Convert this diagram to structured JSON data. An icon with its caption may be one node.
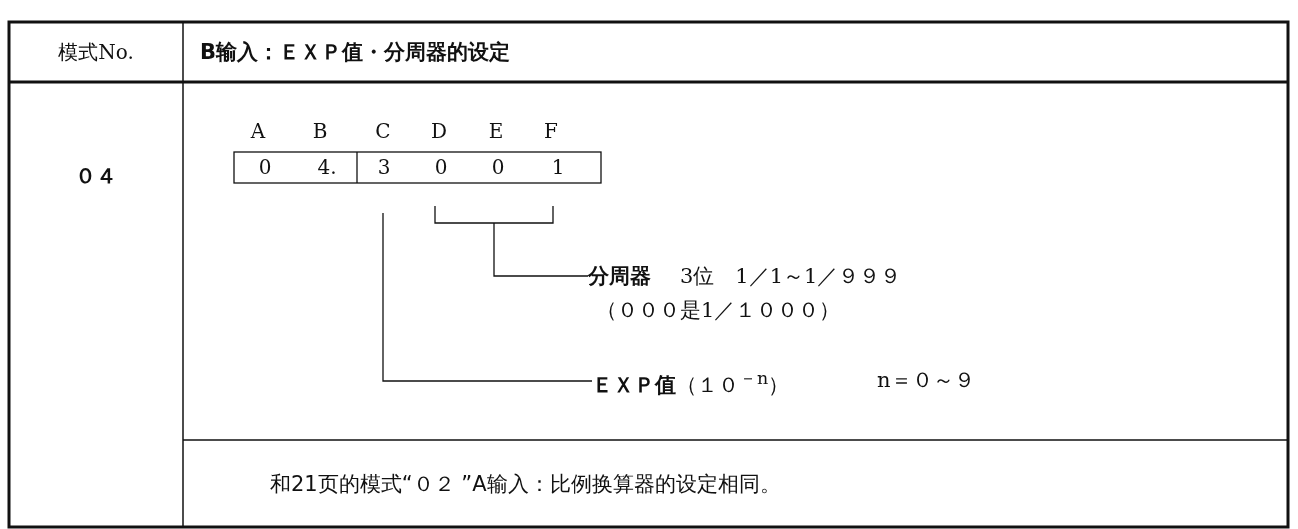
{
  "diagram": {
    "nodes": [
      {
        "text": [
          "分周器",
          "3位　1／1～1／９９９",
          "（０００是1／１０００）"
        ]
      },
      {
        "text": [
          "**ＥＸＰ值**（１０$^{－n}$）",
          "n＝０～９"
        ]
      },
      {
        "text": [],
        "shape": "bracket"
      }
    ],
    "edges": [
      {
        "from": 0,
        "to": 2,
        "arrow": "none"
      },
      {
        "from": 1,
        "to": null,
        "arrow": "none"
      }
    ],
    "labels": [
      "模式No.",
      "B输入：ＥＸＰ值・分周器的设定",
      "０４",
      "A",
      "B",
      "C",
      "D",
      "E",
      "F",
      "0",
      "4.",
      "3",
      "0",
      "0",
      "1",
      "和21页的模式“０２ ”A输入：比例换算器的设定相同。"
    ]
  }
}
